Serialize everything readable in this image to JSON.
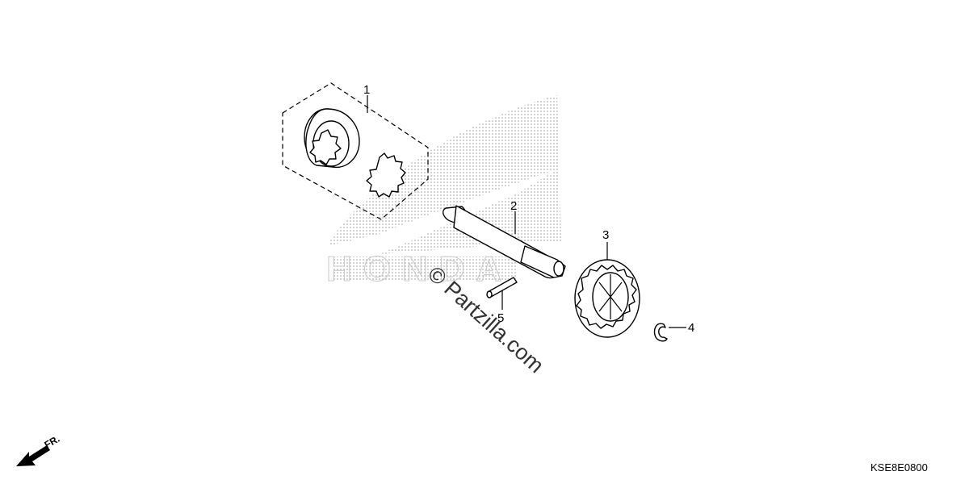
{
  "parts": [
    {
      "number": "1"
    },
    {
      "number": "2"
    },
    {
      "number": "3"
    },
    {
      "number": "4"
    },
    {
      "number": "5"
    }
  ],
  "watermark": "© Partzilla.com",
  "diagram_code": "KSE8E0800",
  "direction_label": "FR.",
  "logo_text": "HONDA"
}
